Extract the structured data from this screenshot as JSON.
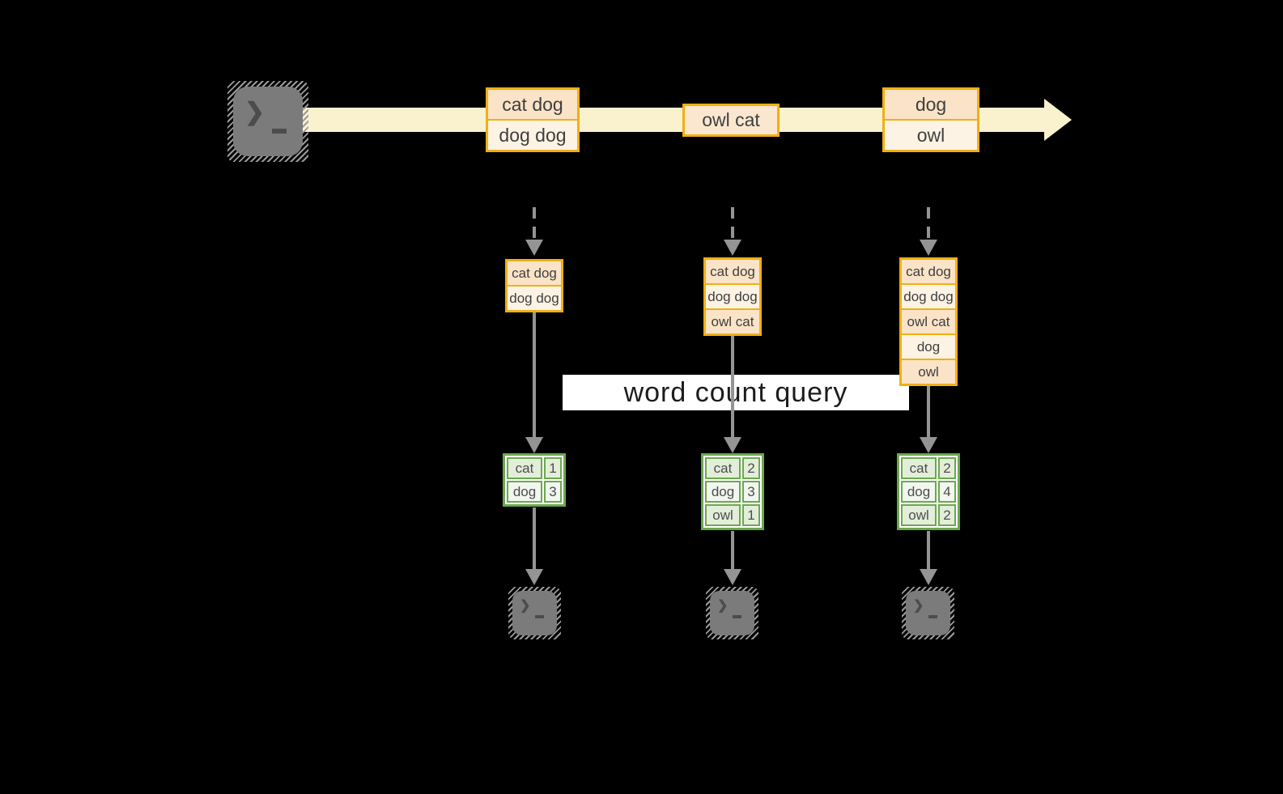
{
  "query_label": "word count query",
  "stream": {
    "source_icon": "terminal-prompt",
    "boxes": [
      {
        "cells": [
          "cat dog",
          "dog dog"
        ]
      },
      {
        "cells": [
          "owl cat"
        ]
      },
      {
        "cells": [
          "dog",
          "owl"
        ]
      }
    ]
  },
  "columns": [
    {
      "buffer": [
        "cat dog",
        "dog dog"
      ],
      "counts": [
        {
          "word": "cat",
          "count": "1"
        },
        {
          "word": "dog",
          "count": "3"
        }
      ],
      "sink_icon": "terminal-prompt"
    },
    {
      "buffer": [
        "cat dog",
        "dog dog",
        "owl cat"
      ],
      "counts": [
        {
          "word": "cat",
          "count": "2"
        },
        {
          "word": "dog",
          "count": "3"
        },
        {
          "word": "owl",
          "count": "1"
        }
      ],
      "sink_icon": "terminal-prompt"
    },
    {
      "buffer": [
        "cat dog",
        "dog dog",
        "owl cat",
        "dog",
        "owl"
      ],
      "counts": [
        {
          "word": "cat",
          "count": "2"
        },
        {
          "word": "dog",
          "count": "4"
        },
        {
          "word": "owl",
          "count": "2"
        }
      ],
      "sink_icon": "terminal-prompt"
    }
  ],
  "colors": {
    "background": "#000000",
    "stream_arrow": "#FAF1CF",
    "message_border": "#F0B013",
    "message_fill_dark": "#FAE3C7",
    "message_fill_light": "#FDF3E4",
    "table_border": "#6BA84F",
    "table_fill_dark": "#E3EEDA",
    "table_fill_light": "#F1F6EE",
    "arrow_gray": "#949494",
    "terminal_gray": "#7B7B7B",
    "query_bg": "#FFFFFF"
  }
}
